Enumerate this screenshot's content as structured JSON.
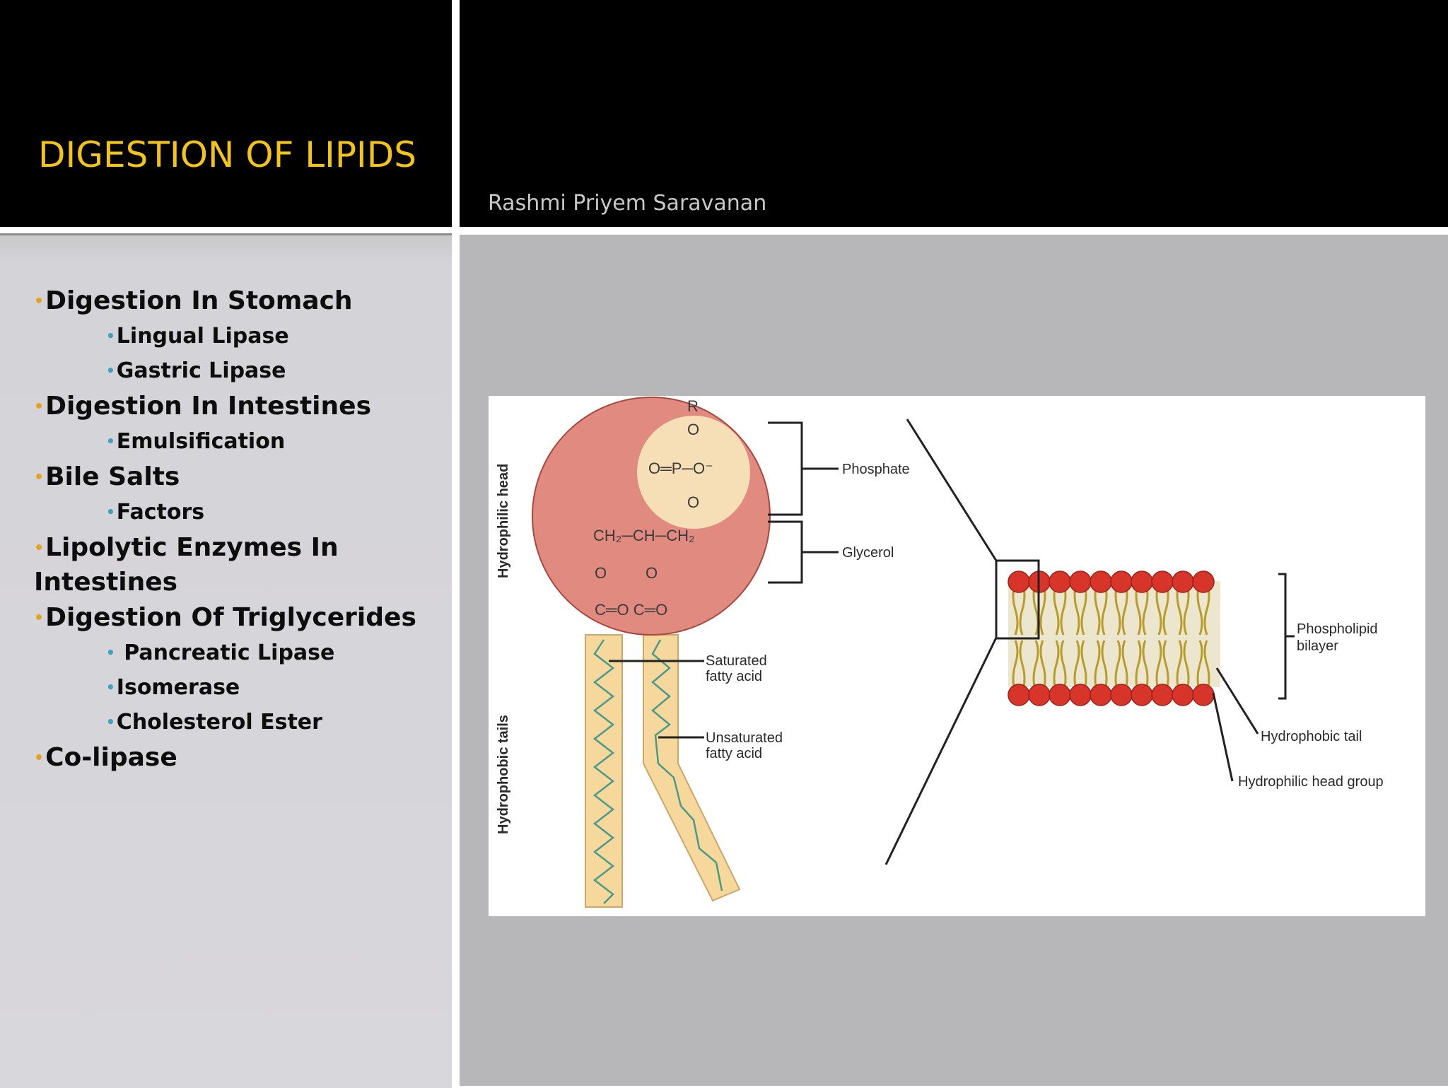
{
  "slide": {
    "title": "DIGESTION OF LIPIDS",
    "author": "Rashmi Priyem Saravanan"
  },
  "bullets": [
    {
      "level": 1,
      "text": "Digestion In Stomach"
    },
    {
      "level": 2,
      "text": "Lingual Lipase"
    },
    {
      "level": 2,
      "text": "Gastric Lipase"
    },
    {
      "level": 1,
      "text": "Digestion In Intestines"
    },
    {
      "level": 2,
      "text": "Emulsification"
    },
    {
      "level": 1,
      "text": "Bile Salts"
    },
    {
      "level": 2,
      "text": "Factors"
    },
    {
      "level": 1,
      "text": "Lipolytic Enzymes In Intestines"
    },
    {
      "level": 1,
      "text": "Digestion Of Triglycerides"
    },
    {
      "level": 2,
      "text": " Pancreatic Lipase"
    },
    {
      "level": 2,
      "text": "Isomerase"
    },
    {
      "level": 2,
      "text": "Cholesterol Ester"
    },
    {
      "level": 1,
      "text": "Co-lipase"
    }
  ],
  "figure": {
    "labels": {
      "hydrophilic_head": "Hydrophilic head",
      "hydrophobic_tails": "Hydrophobic tails",
      "phosphate": "Phosphate",
      "glycerol": "Glycerol",
      "saturated_1": "Saturated",
      "saturated_2": "fatty acid",
      "unsaturated_1": "Unsaturated",
      "unsaturated_2": "fatty acid",
      "bilayer_1": "Phospholipid",
      "bilayer_2": "bilayer",
      "hydrophobic_tail": "Hydrophobic tail",
      "hydrophilic_head_group": "Hydrophilic head group"
    },
    "chem": {
      "r": "R",
      "o_top": "O",
      "phosphate_row": "O═P─O⁻",
      "o_mid": "O",
      "glycerol_row": "CH₂─CH─CH₂",
      "o_left": "O",
      "o_right": "O",
      "carbonyl_row": "C═O C═O"
    }
  }
}
